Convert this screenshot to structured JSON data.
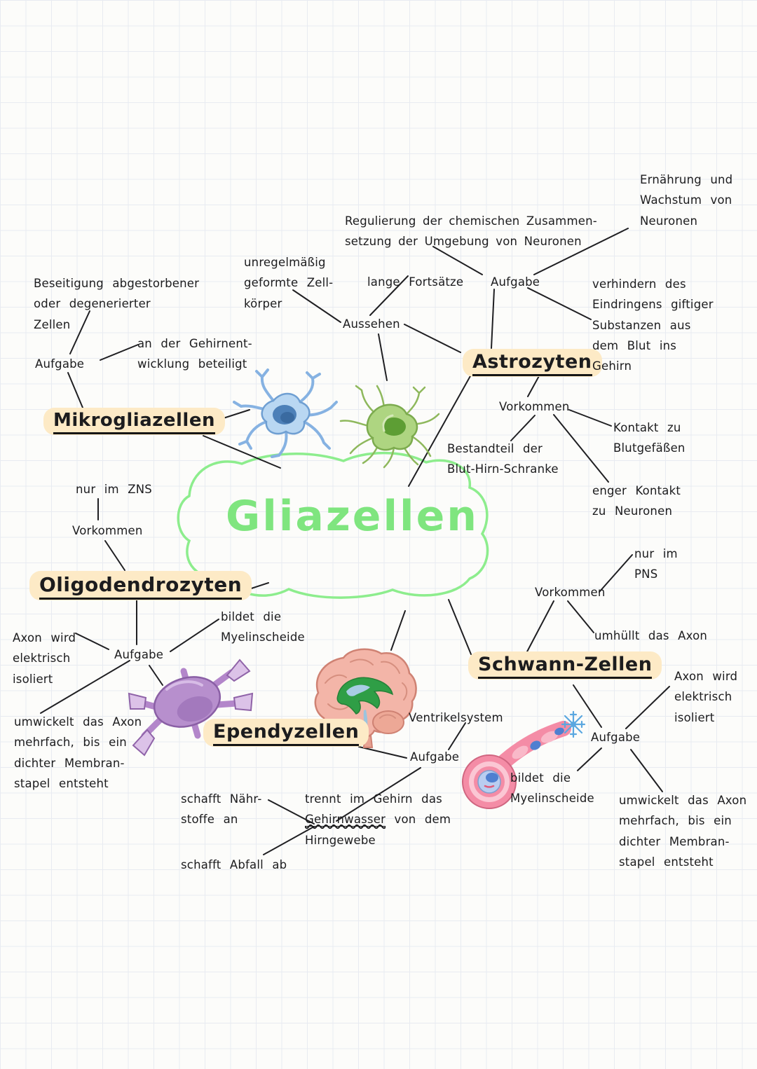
{
  "center": {
    "label": "Gliazellen"
  },
  "palette": {
    "highlight": "#fdeac6",
    "center_green": "#7fe57f",
    "cloud_green": "#8ded8d",
    "ink": "#1c1c1e",
    "paper": "#fcfcfa",
    "grid": "#e8ebf1",
    "microglia_blue": "#b9d7f2",
    "astrocyte_green": "#aed581",
    "oligodendrocyte_purple": "#b78fcd",
    "brain_pink": "#f3b5a8",
    "ventricle_green": "#2f9e46",
    "schwann_pink": "#f48ca6"
  },
  "illustrations": {
    "microglia": "microglia-cell-illustration",
    "astrocyte": "astrocyte-cell-illustration",
    "oligodendrocyte": "oligodendrocyte-cell-illustration",
    "brain": "brain-ventricle-illustration",
    "schwann": "schwann-cell-axon-illustration"
  },
  "mikroglia": {
    "title": "Mikrogliazellen",
    "aufgabe": "Aufgabe",
    "task_removal": "Beseitigung abgestorbener\noder degenerierter\nZellen",
    "task_development": "an der Gehirnent-\nwicklung beteiligt",
    "vorkommen": "Vorkommen",
    "vorkommen_value": "nur im ZNS"
  },
  "astrozyten": {
    "title": "Astrozyten",
    "aufgabe": "Aufgabe",
    "task_regulation": "Regulierung der chemischen Zusammen-\nsetzung der Umgebung von Neuronen",
    "task_nutrition": "Ernährung und\nWachstum von\nNeuronen",
    "task_protection": "verhindern des\nEindringens giftiger\nSubstanzen aus\ndem Blut ins\nGehirn",
    "aussehen": "Aussehen",
    "look_body": "unregelmäßig\ngeformte Zell-\nkörper",
    "look_processes": "lange Fortsätze",
    "vorkommen": "Vorkommen",
    "vorkommen_vessels": "Kontakt zu\nBlutgefäßen",
    "vorkommen_barrier": "Bestandteil der\nBlut-Hirn-Schranke",
    "vorkommen_neurons": "enger Kontakt\nzu Neuronen"
  },
  "oligodendrozyten": {
    "title": "Oligodendrozyten",
    "aufgabe": "Aufgabe",
    "task_isolation": "Axon wird\nelektrisch\nisoliert",
    "task_myelin": "bildet die\nMyelinscheide",
    "task_wrap": "umwickelt das Axon\nmehrfach, bis ein\ndichter Membran-\nstapel entsteht"
  },
  "ependyzellen": {
    "title": "Ependyzellen",
    "ventrikel": "Ventrikelsystem",
    "aufgabe": "Aufgabe",
    "task_nutrients": "schafft Nähr-\nstoffe an",
    "task_separation_prefix": "trennt im Gehirn das ",
    "task_separation_word": "Gehirnwasser",
    "task_separation_suffix": " von dem Hirngewebe",
    "task_waste": "schafft Abfall ab"
  },
  "schwann": {
    "title": "Schwann-Zellen",
    "vorkommen": "Vorkommen",
    "vorkommen_value": "nur im\nPNS",
    "vorkommen_wrap": "umhüllt das Axon",
    "aufgabe": "Aufgabe",
    "task_isolation": "Axon wird\nelektrisch\nisoliert",
    "task_myelin": "bildet die\nMyelinscheide",
    "task_wrap": "umwickelt das Axon\nmehrfach, bis ein\ndichter Membran-\nstapel entsteht"
  }
}
